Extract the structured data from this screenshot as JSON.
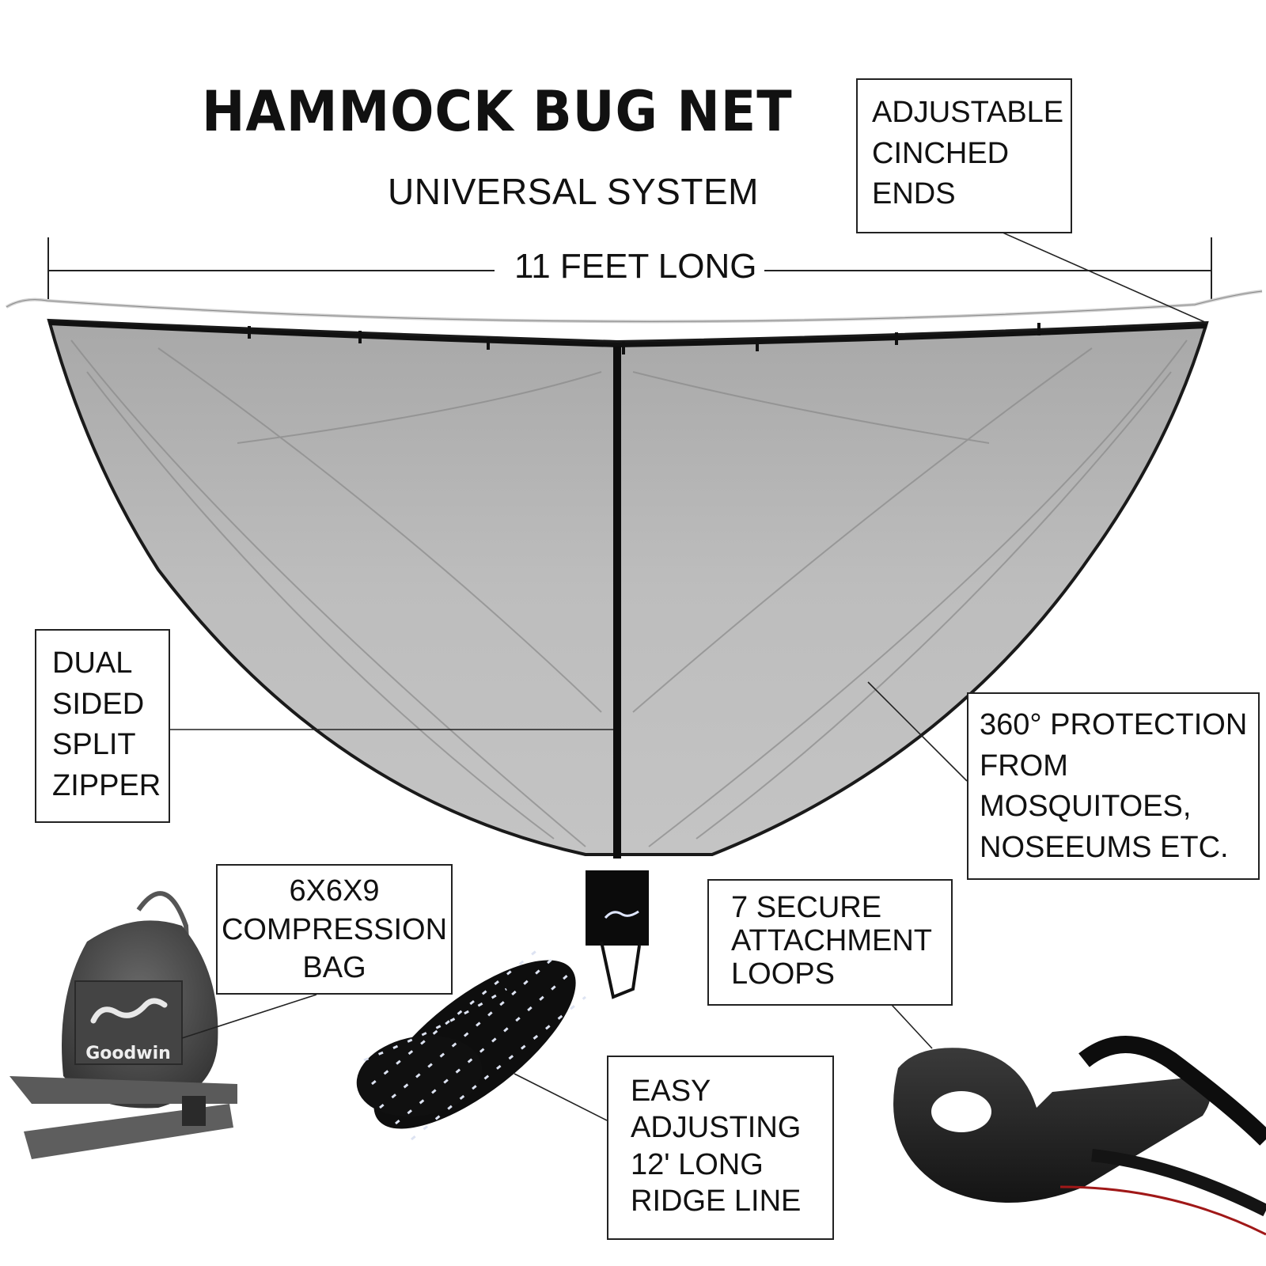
{
  "header": {
    "title": "HAMMOCK BUG NET",
    "subtitle": "UNIVERSAL SYSTEM"
  },
  "dimension": {
    "label": "11 FEET LONG"
  },
  "callouts": {
    "cinched_ends": {
      "lines": [
        "ADJUSTABLE",
        "CINCHED",
        "ENDS"
      ]
    },
    "zipper": {
      "lines": [
        "DUAL",
        "SIDED",
        "SPLIT",
        "ZIPPER"
      ]
    },
    "protection": {
      "lines": [
        "360° PROTECTION",
        "FROM",
        "MOSQUITOES,",
        "NOSEEUMS ETC."
      ]
    },
    "compression_bag": {
      "lines": [
        "6X6X9",
        "COMPRESSION",
        "BAG"
      ]
    },
    "attachment_loops": {
      "lines": [
        "7 SECURE",
        "ATTACHMENT",
        "LOOPS"
      ]
    },
    "ridge_line": {
      "lines": [
        "EASY",
        "ADJUSTING",
        "12' LONG",
        "RIDGE LINE"
      ]
    }
  },
  "product_images": {
    "bag_brand": "Goodwin",
    "net_color": "#b9b9b9",
    "trim_color": "#111111",
    "bag_color": "#4a4a4a"
  }
}
